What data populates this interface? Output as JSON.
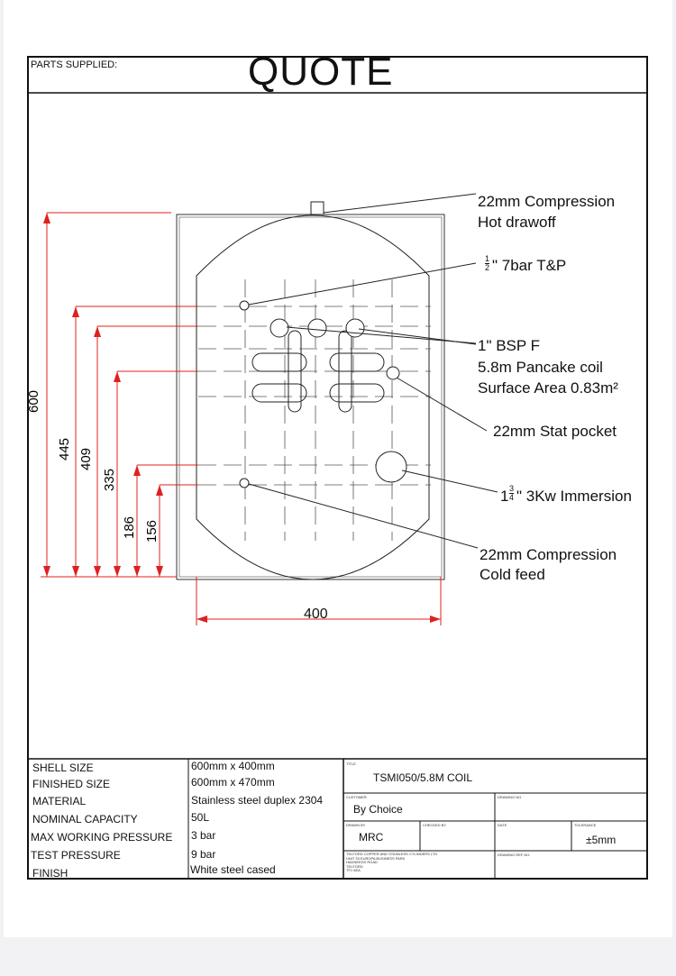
{
  "header": {
    "parts_supplied": "PARTS SUPPLIED:",
    "title": "QUOTE"
  },
  "callouts": {
    "hot_drawoff_1": "22mm Compression",
    "hot_drawoff_2": "Hot drawoff",
    "tp_fraction_num": "1",
    "tp_fraction_den": "2",
    "tp": "\" 7bar T&P",
    "bsp": "1\" BSP F",
    "coil": "5.8m Pancake coil",
    "surface": "Surface Area 0.83m²",
    "stat": "22mm Stat pocket",
    "imm_whole": "1",
    "imm_num": "3",
    "imm_den": "4",
    "imm": "\" 3Kw Immersion",
    "cold_1": "22mm Compression",
    "cold_2": "Cold feed"
  },
  "dimensions": {
    "d600": "600",
    "d445": "445",
    "d409": "409",
    "d335": "335",
    "d186": "186",
    "d156": "156",
    "d400": "400"
  },
  "specs": {
    "shell_size_label": "SHELL SIZE",
    "shell_size": "600mm x 400mm",
    "finished_size_label": "FINISHED SIZE",
    "finished_size": "600mm x 470mm",
    "material_label": "MATERIAL",
    "material": "Stainless steel duplex 2304",
    "capacity_label": "NOMINAL CAPACITY",
    "capacity": "50L",
    "max_pressure_label": "MAX WORKING PRESSURE",
    "max_pressure": "3 bar",
    "test_pressure_label": "TEST PRESSURE",
    "test_pressure": "9 bar",
    "finish_label": "FINISH",
    "finish": "White steel cased"
  },
  "titleblock": {
    "title_label": "TITLE",
    "title": "TSMI050/5.8M COIL",
    "customer_label": "CUSTOMER",
    "customer": "By Choice",
    "drawing_no_label": "DRAWING NO.",
    "drawn_by_label": "DRAWN BY",
    "drawn_by": "MRC",
    "checked_by_label": "CHECKED BY",
    "date_label": "DATE",
    "tolerance_label": "TOLERANCE",
    "tolerance": "±5mm",
    "company_1": "TELFORD COPPER AND STAINLESS CYLINDERS LTD",
    "company_2": "UNIT 33 EUROPA BUSINESS PARK",
    "company_3": "HADNEEDS ROAD",
    "company_4": "TELFORD",
    "company_5": "TF1 6EA",
    "drawing_ref_label": "DRAWING REF NO."
  },
  "colors": {
    "dimension": "#e02020",
    "line": "#111111"
  }
}
